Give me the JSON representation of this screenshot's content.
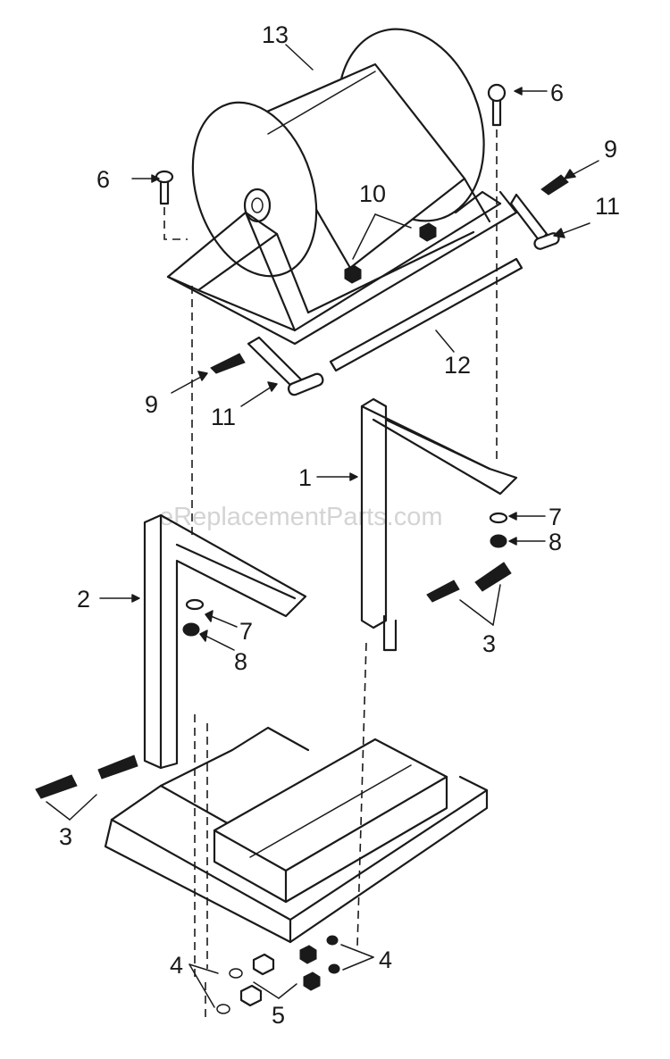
{
  "watermark": "eReplacementParts.com",
  "callouts": [
    {
      "id": "c13",
      "text": "13"
    },
    {
      "id": "c6a",
      "text": "6"
    },
    {
      "id": "c6b",
      "text": "6"
    },
    {
      "id": "c9a",
      "text": "9"
    },
    {
      "id": "c10",
      "text": "10"
    },
    {
      "id": "c11a",
      "text": "11"
    },
    {
      "id": "c12",
      "text": "12"
    },
    {
      "id": "c9b",
      "text": "9"
    },
    {
      "id": "c11b",
      "text": "11"
    },
    {
      "id": "c1",
      "text": "1"
    },
    {
      "id": "c7a",
      "text": "7"
    },
    {
      "id": "c8a",
      "text": "8"
    },
    {
      "id": "c2",
      "text": "2"
    },
    {
      "id": "c7b",
      "text": "7"
    },
    {
      "id": "c8b",
      "text": "8"
    },
    {
      "id": "c3a",
      "text": "3"
    },
    {
      "id": "c3b",
      "text": "3"
    },
    {
      "id": "c4a",
      "text": "4"
    },
    {
      "id": "c4b",
      "text": "4"
    },
    {
      "id": "c5",
      "text": "5"
    }
  ]
}
